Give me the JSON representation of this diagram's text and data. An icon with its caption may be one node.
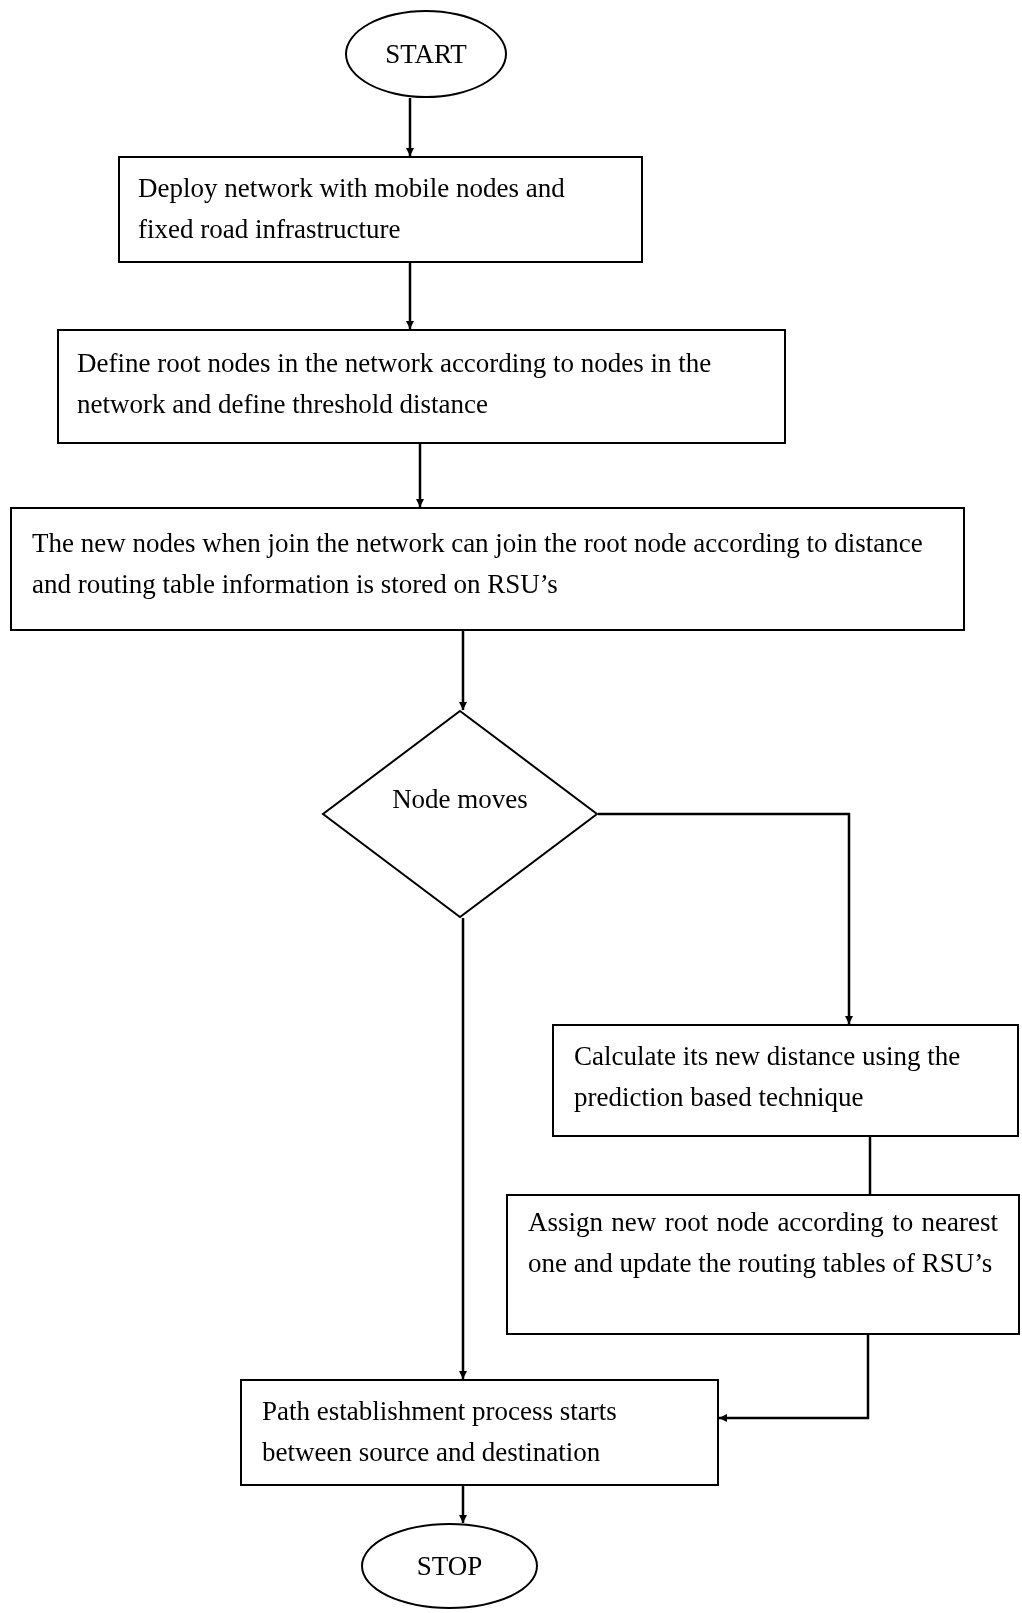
{
  "diagram": {
    "nodes": [
      {
        "text": [
          "START"
        ]
      },
      {
        "text": [
          "Deploy network with mobile nodes and fixed road infrastructure"
        ]
      },
      {
        "text": [
          "Define root nodes in the network according to nodes in the network and define threshold distance"
        ]
      },
      {
        "text": [
          "The new nodes when join the network can join the root node according to distance and routing table information is stored on RSU’s"
        ]
      },
      {
        "text": [
          "Node moves"
        ]
      },
      {
        "text": [
          "Calculate its new distance using the prediction based technique"
        ]
      },
      {
        "text": [
          "Assign new root node according to nearest one and update the routing tables of RSU’s"
        ]
      },
      {
        "text": [
          "Path establishment process starts between source and destination"
        ]
      },
      {
        "text": [
          "STOP"
        ]
      }
    ],
    "edges": [
      {
        "from": 0,
        "to": 1,
        "arrow": "to"
      },
      {
        "from": 1,
        "to": 2,
        "arrow": "to"
      },
      {
        "from": 2,
        "to": 3,
        "arrow": "to"
      },
      {
        "from": 3,
        "to": 4,
        "arrow": "to"
      },
      {
        "from": 4,
        "to": 5,
        "arrow": "to"
      },
      {
        "from": 5,
        "to": 6,
        "arrow": "none"
      },
      {
        "from": 6,
        "to": 7,
        "arrow": "to"
      },
      {
        "from": 4,
        "to": 7,
        "arrow": "to"
      },
      {
        "from": 7,
        "to": 8,
        "arrow": "to"
      }
    ]
  }
}
